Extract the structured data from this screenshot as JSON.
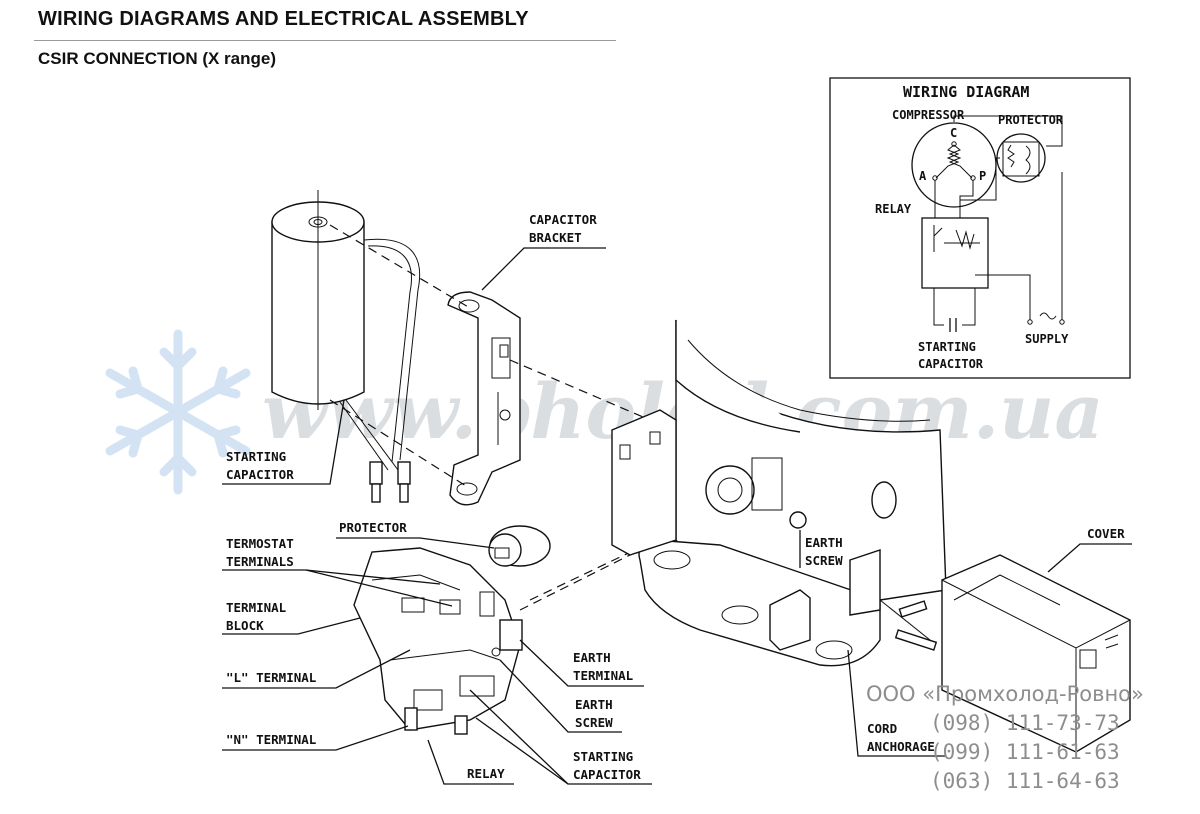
{
  "header": {
    "title": "WIRING DIAGRAMS AND ELECTRICAL ASSEMBLY",
    "subtitle": "CSIR CONNECTION (X range)"
  },
  "wiring_diagram": {
    "title": "WIRING DIAGRAM",
    "labels": {
      "compressor": "COMPRESSOR",
      "protector": "PROTECTOR",
      "relay": "RELAY",
      "starting_capacitor_line1": "STARTING",
      "starting_capacitor_line2": "CAPACITOR",
      "supply": "SUPPLY",
      "terminal_c": "C",
      "terminal_a": "A",
      "terminal_p": "P"
    }
  },
  "assembly_labels": {
    "capacitor_bracket_line1": "CAPACITOR",
    "capacitor_bracket_line2": "BRACKET",
    "starting_capacitor_line1": "STARTING",
    "starting_capacitor_line2": "CAPACITOR",
    "protector": "PROTECTOR",
    "termostat_terminals_line1": "TERMOSTAT",
    "termostat_terminals_line2": "TERMINALS",
    "terminal_block_line1": "TERMINAL",
    "terminal_block_line2": "BLOCK",
    "l_terminal": "\"L\" TERMINAL",
    "n_terminal": "\"N\" TERMINAL",
    "relay": "RELAY",
    "earth_terminal_line1": "EARTH",
    "earth_terminal_line2": "TERMINAL",
    "earth_screw_line1": "EARTH",
    "earth_screw_line2": "SCREW",
    "starting_capacitor2_line1": "STARTING",
    "starting_capacitor2_line2": "CAPACITOR",
    "earth_screw_right_line1": "EARTH",
    "earth_screw_right_line2": "SCREW",
    "cover": "COVER",
    "cord_anchorage_line1": "CORD",
    "cord_anchorage_line2": "ANCHORAGE"
  },
  "watermark": {
    "site": "www.pholod.com.ua",
    "company": "ООО «Промхолод-Ровно»",
    "phones": [
      "(098) 111-73-73",
      "(099) 111-61-63",
      "(063) 111-64-63"
    ]
  }
}
